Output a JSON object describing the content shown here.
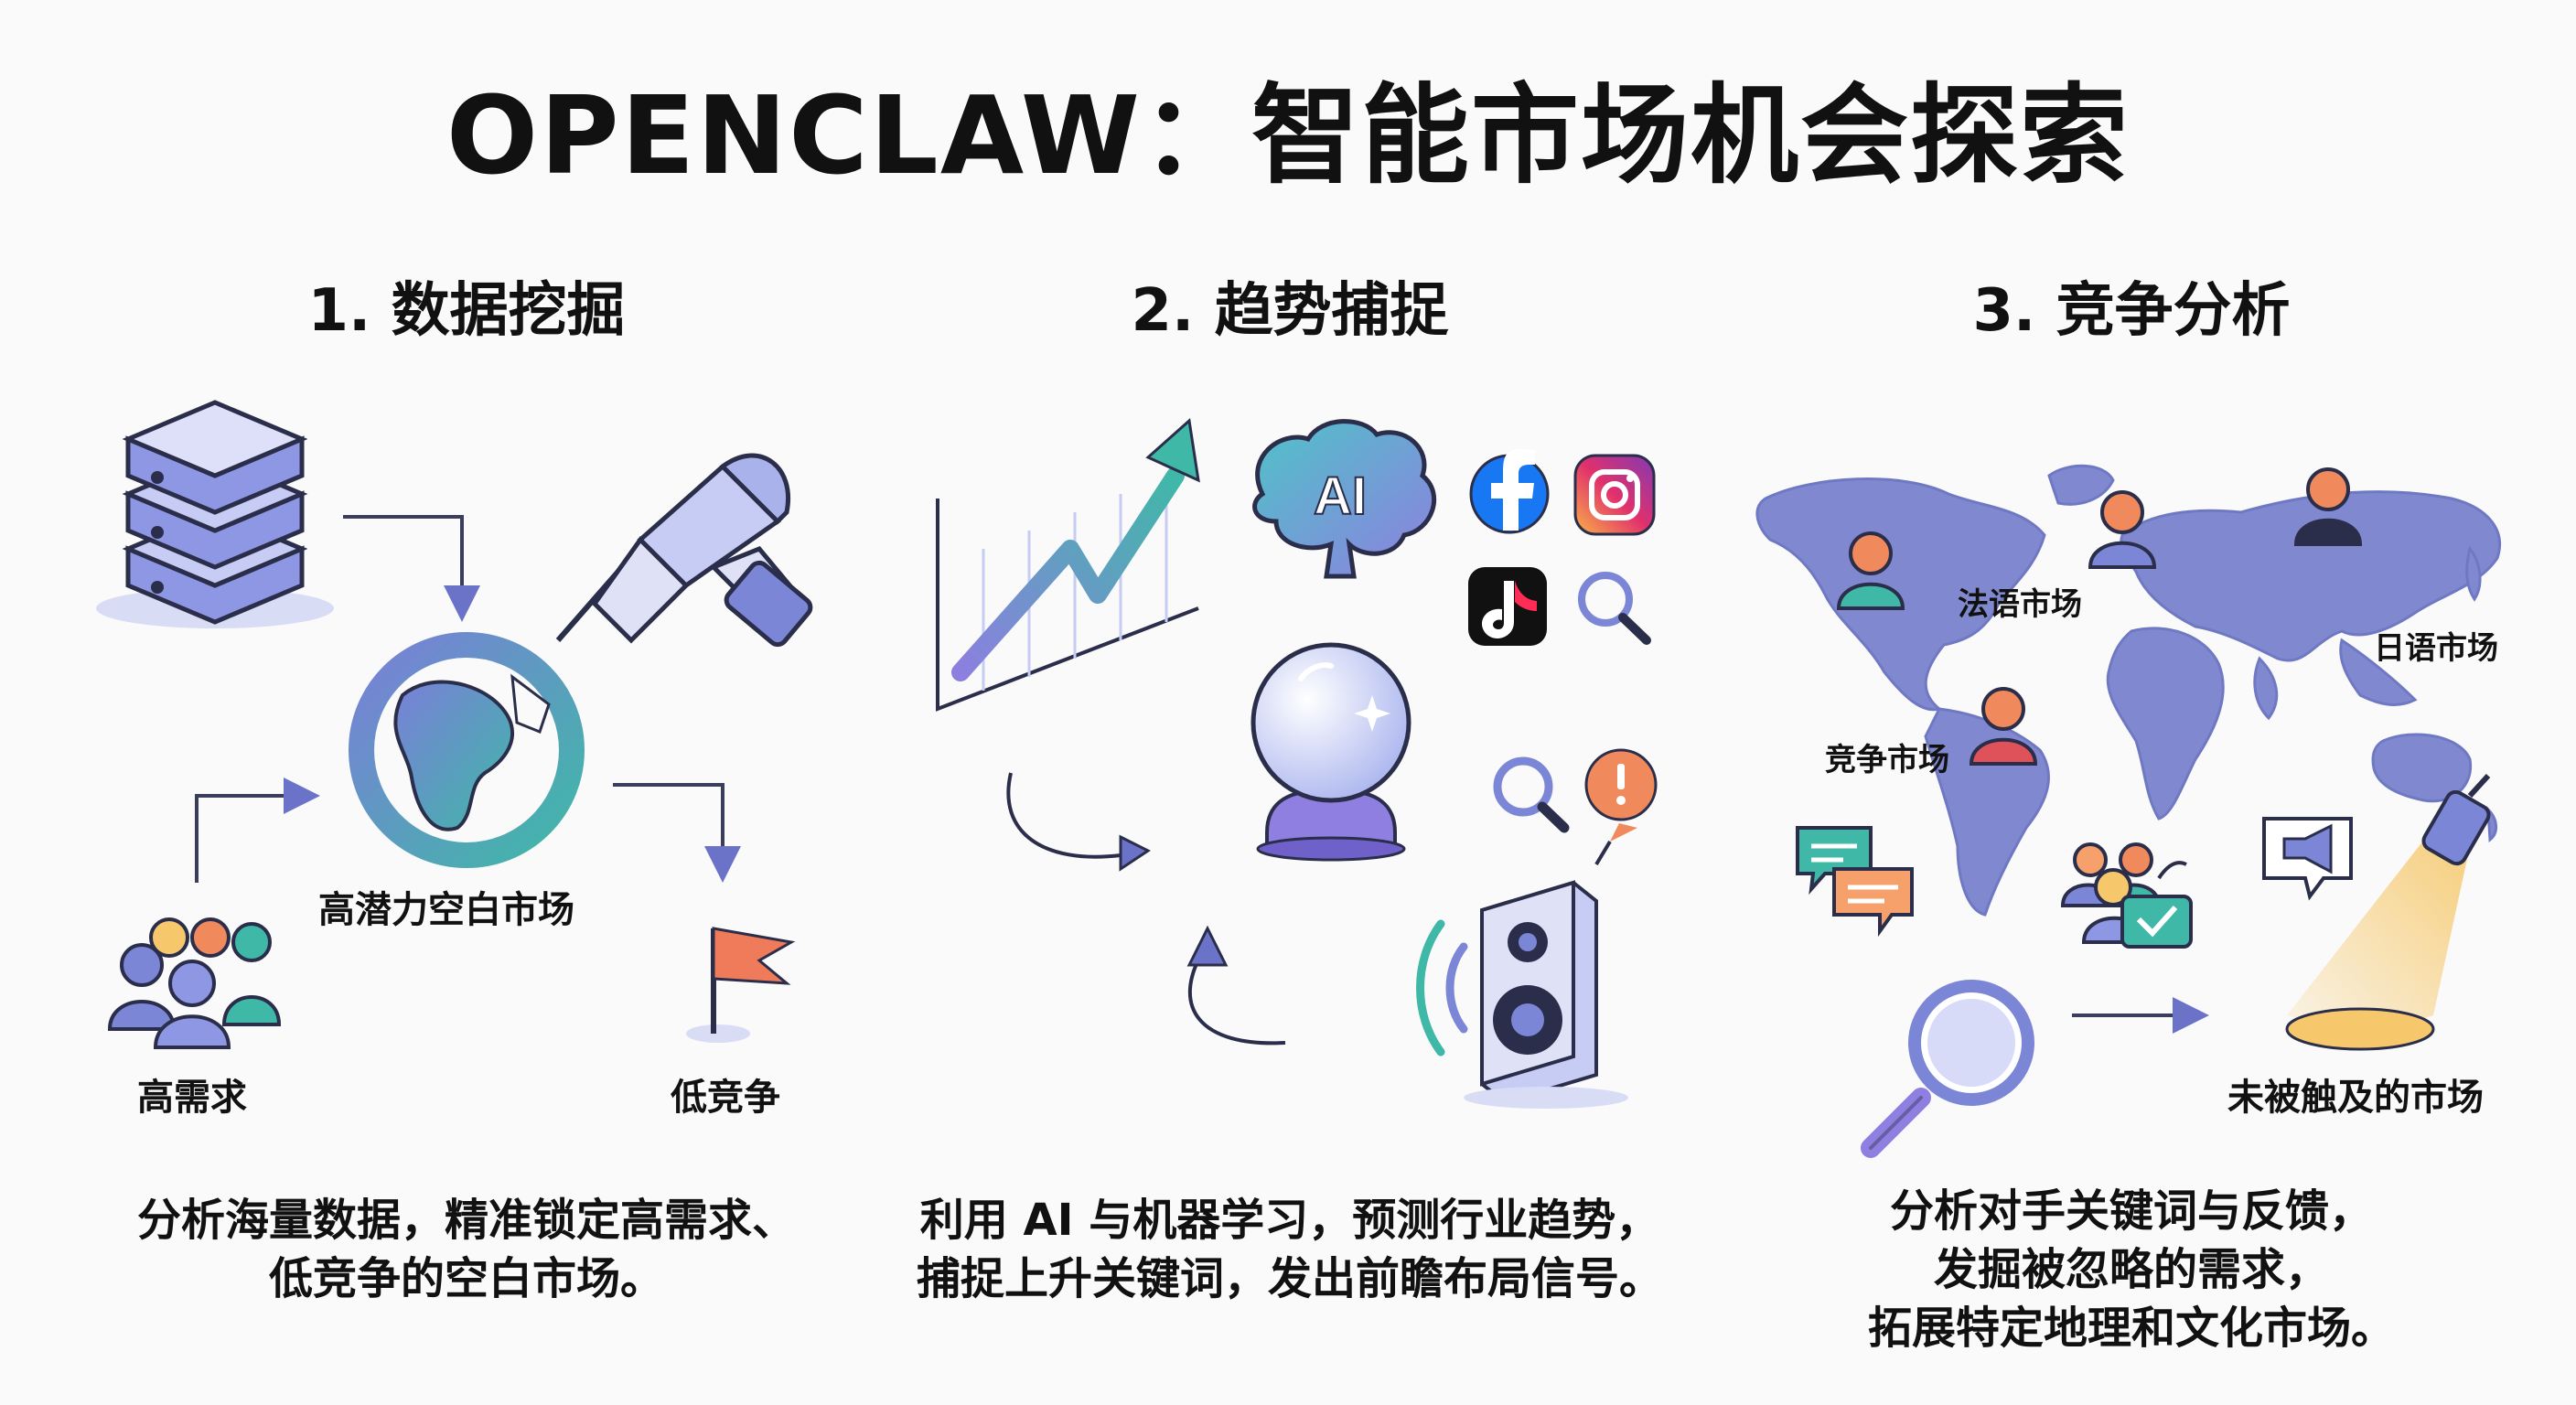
{
  "title": "OPENCLAW：智能市场机会探索",
  "sections": [
    {
      "heading": "1. 数据挖掘",
      "labels": {
        "center": "高潜力空白市场",
        "left": "高需求",
        "right": "低竞争"
      },
      "description": [
        "分析海量数据，精准锁定高需求、",
        "低竞争的空白市场。"
      ]
    },
    {
      "heading": "2. 趋势捕捉",
      "labels": {
        "ai": "AI"
      },
      "description": [
        "利用 AI 与机器学习，预测行业趋势，",
        "捕捉上升关键词，发出前瞻布局信号。"
      ]
    },
    {
      "heading": "3. 竞争分析",
      "labels": {
        "french": "法语市场",
        "japanese": "日语市场",
        "competitive": "竞争市场",
        "untapped": "未被触及的市场"
      },
      "description": [
        "分析对手关键词与反馈，",
        "发掘被忽略的需求，",
        "拓展特定地理和文化市场。"
      ]
    }
  ],
  "colors": {
    "primary": "#7b86d6",
    "primary_dark": "#2b2e4a",
    "teal": "#3fb8a7",
    "orange": "#f08a5d",
    "flag": "#f07b5a",
    "yellow": "#f6c86b"
  }
}
